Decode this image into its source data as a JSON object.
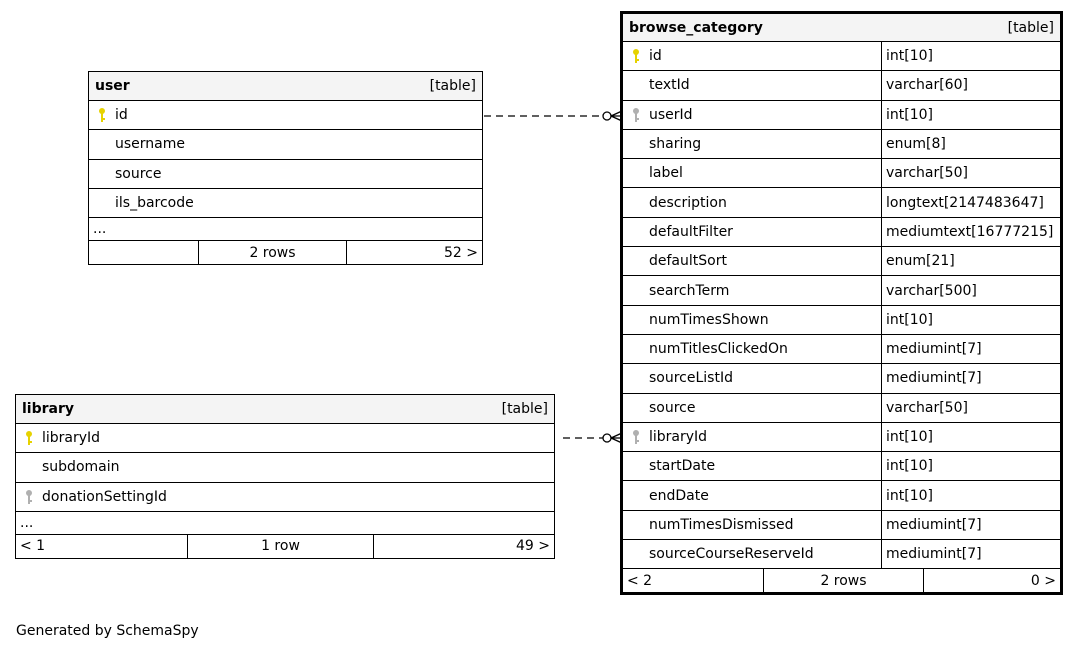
{
  "tables": {
    "user": {
      "name": "user",
      "kind": "[table]",
      "columns": [
        "id",
        "username",
        "source",
        "ils_barcode"
      ],
      "more": "...",
      "footer": {
        "left": "",
        "rows": "2 rows",
        "right": "52 >"
      }
    },
    "library": {
      "name": "library",
      "kind": "[table]",
      "columns": [
        "libraryId",
        "subdomain",
        "donationSettingId"
      ],
      "more": "...",
      "footer": {
        "left": "< 1",
        "rows": "1 row",
        "right": "49 >"
      }
    },
    "browse_category": {
      "name": "browse_category",
      "kind": "[table]",
      "columns": [
        {
          "name": "id",
          "type": "int[10]"
        },
        {
          "name": "textId",
          "type": "varchar[60]"
        },
        {
          "name": "userId",
          "type": "int[10]"
        },
        {
          "name": "sharing",
          "type": "enum[8]"
        },
        {
          "name": "label",
          "type": "varchar[50]"
        },
        {
          "name": "description",
          "type": "longtext[2147483647]"
        },
        {
          "name": "defaultFilter",
          "type": "mediumtext[16777215]"
        },
        {
          "name": "defaultSort",
          "type": "enum[21]"
        },
        {
          "name": "searchTerm",
          "type": "varchar[500]"
        },
        {
          "name": "numTimesShown",
          "type": "int[10]"
        },
        {
          "name": "numTitlesClickedOn",
          "type": "mediumint[7]"
        },
        {
          "name": "sourceListId",
          "type": "mediumint[7]"
        },
        {
          "name": "source",
          "type": "varchar[50]"
        },
        {
          "name": "libraryId",
          "type": "int[10]"
        },
        {
          "name": "startDate",
          "type": "int[10]"
        },
        {
          "name": "endDate",
          "type": "int[10]"
        },
        {
          "name": "numTimesDismissed",
          "type": "mediumint[7]"
        },
        {
          "name": "sourceCourseReserveId",
          "type": "mediumint[7]"
        }
      ],
      "footer": {
        "left": "< 2",
        "rows": "2 rows",
        "right": "0 >"
      }
    }
  },
  "icons": {
    "primary_key": "key-icon",
    "foreign_key": "foreign-key-icon",
    "primary_key_color": "#e6d200",
    "foreign_key_color": "#b0b0b0"
  },
  "credit": "Generated by SchemaSpy"
}
